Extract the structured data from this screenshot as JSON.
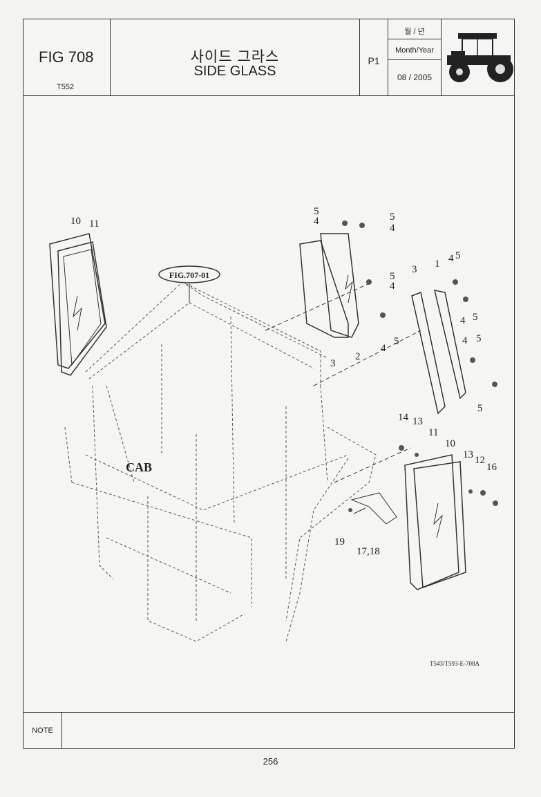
{
  "header": {
    "fig_label": "FIG 708",
    "model": "T552",
    "title_ko": "사이드 그라스",
    "title_en": "SIDE GLASS",
    "page_code": "P1",
    "month_year_ko": "월 / 년",
    "month_year_en": "Month/Year",
    "date": "08 / 2005"
  },
  "drawing": {
    "ref_label": "FIG.707-01",
    "cab_label": "CAB",
    "drawing_code": "T543/T593-E-708A",
    "callouts": [
      "1",
      "2",
      "3",
      "3",
      "4",
      "4",
      "4",
      "4",
      "4",
      "4",
      "4",
      "5",
      "5",
      "5",
      "5",
      "5",
      "5",
      "5",
      "10",
      "10",
      "11",
      "11",
      "12",
      "13",
      "13",
      "14",
      "16",
      "19",
      "17,18"
    ]
  },
  "footer": {
    "note_label": "NOTE",
    "note_text": "",
    "page_number": "256"
  }
}
